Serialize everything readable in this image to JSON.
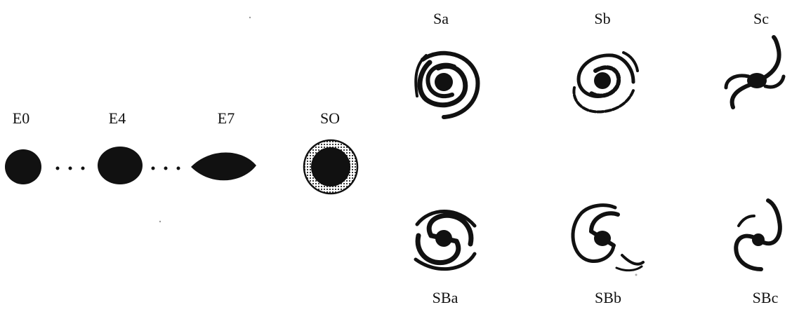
{
  "diagram": {
    "elliptical": [
      {
        "id": "e0",
        "label": "E0"
      },
      {
        "id": "e4",
        "label": "E4"
      },
      {
        "id": "e7",
        "label": "E7"
      }
    ],
    "lenticular": {
      "id": "so",
      "label": "SO"
    },
    "spirals": [
      {
        "id": "sa",
        "label": "Sa"
      },
      {
        "id": "sb",
        "label": "Sb"
      },
      {
        "id": "sc",
        "label": "Sc"
      }
    ],
    "barred_spirals": [
      {
        "id": "sba",
        "label": "SBa"
      },
      {
        "id": "sbb",
        "label": "SBb"
      },
      {
        "id": "sbc",
        "label": "SBc"
      }
    ],
    "colors": {
      "ink": "#111111",
      "paper": "#ffffff"
    }
  }
}
